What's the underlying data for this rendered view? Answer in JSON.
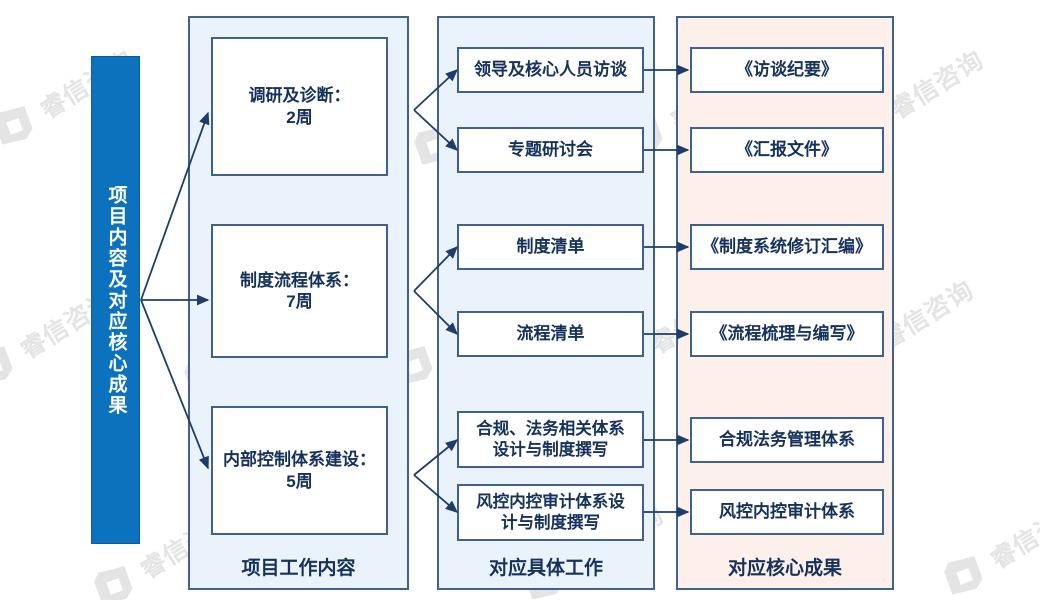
{
  "diagram": {
    "root": {
      "label": "项目内容及对应核心成果"
    },
    "columns": [
      {
        "id": "work-content",
        "caption": "项目工作内容",
        "theme": "#eaf3fc",
        "items": [
          {
            "label": "调研及诊断：\n2周"
          },
          {
            "label": "制度流程体系：\n7周"
          },
          {
            "label": "内部控制体系建设：\n5周"
          }
        ]
      },
      {
        "id": "specific-work",
        "caption": "对应具体工作",
        "theme": "#eaf3fc",
        "items": [
          {
            "label": "领导及核心人员访谈"
          },
          {
            "label": "专题研讨会"
          },
          {
            "label": "制度清单"
          },
          {
            "label": "流程清单"
          },
          {
            "label": "合规、法务相关体系\n设计与制度撰写"
          },
          {
            "label": "风控内控审计体系设\n计与制度撰写"
          }
        ]
      },
      {
        "id": "core-deliverables",
        "caption": "对应核心成果",
        "theme": "#fdf0ea",
        "items": [
          {
            "label": "《访谈纪要》"
          },
          {
            "label": "《汇报文件》"
          },
          {
            "label": "《制度系统修订汇编》"
          },
          {
            "label": "《流程梳理与编写》"
          },
          {
            "label": "合规法务管理体系"
          },
          {
            "label": "风控内控审计体系"
          }
        ]
      }
    ],
    "watermark": {
      "text": "睿信咨询"
    },
    "colors": {
      "root_fill": "#0d72bd",
      "panel_blue": "#eaf3fc",
      "panel_peach": "#fdf0ea",
      "border": "#3e6192",
      "text": "#15315c",
      "arrow": "#1f3d6b"
    }
  }
}
